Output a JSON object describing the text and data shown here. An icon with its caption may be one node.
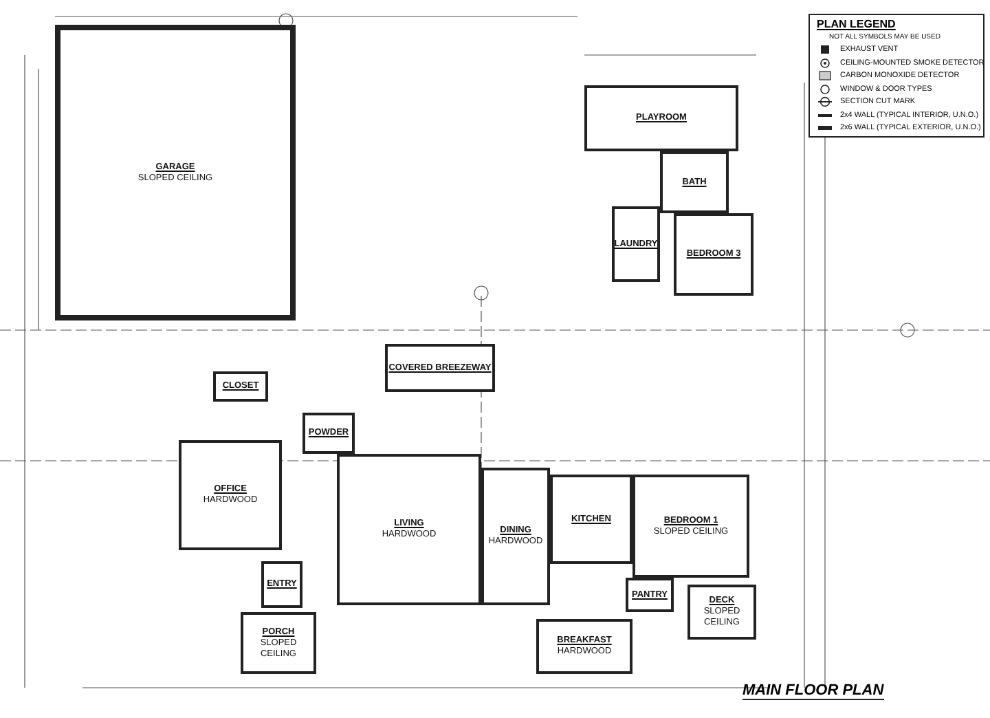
{
  "diagram": {
    "title": "MAIN FLOOR PLAN",
    "nodes": [
      {
        "text": [
          "GARAGE",
          "SLOPED CEILING"
        ]
      },
      {
        "text": [
          "PLAYROOM"
        ]
      },
      {
        "text": [
          "BATH"
        ]
      },
      {
        "text": [
          "LAUNDRY"
        ]
      },
      {
        "text": [
          "BEDROOM 3"
        ]
      },
      {
        "text": [
          "CLOSET"
        ]
      },
      {
        "text": [
          "POWDER"
        ]
      },
      {
        "text": [
          "COVERED BREEZEWAY"
        ]
      },
      {
        "text": [
          "OFFICE",
          "HARDWOOD"
        ]
      },
      {
        "text": [
          "LIVING",
          "HARDWOOD"
        ]
      },
      {
        "text": [
          "DINING",
          "HARDWOOD"
        ]
      },
      {
        "text": [
          "KITCHEN"
        ]
      },
      {
        "text": [
          "BEDROOM 1",
          "SLOPED CEILING"
        ]
      },
      {
        "text": [
          "ENTRY"
        ]
      },
      {
        "text": [
          "PANTRY"
        ]
      },
      {
        "text": [
          "PORCH",
          "SLOPED CEILING"
        ]
      },
      {
        "text": [
          "BREAKFAST",
          "HARDWOOD"
        ]
      },
      {
        "text": [
          "DECK",
          "SLOPED CEILING"
        ]
      }
    ],
    "labels": [
      "PLAN LEGEND",
      "NOT ALL SYMBOLS MAY BE USED"
    ],
    "legend": [
      {
        "text": "EXHAUST VENT"
      },
      {
        "text": "CEILING-MOUNTED SMOKE DETECTOR"
      },
      {
        "text": "CARBON MONOXIDE DETECTOR"
      },
      {
        "text": "WINDOW & DOOR TYPES"
      },
      {
        "text": "SECTION CUT MARK"
      },
      {
        "text": "2x4 WALL (TYPICAL INTERIOR, U.N.O.)"
      },
      {
        "text": "2x6 WALL (TYPICAL EXTERIOR, U.N.O.)"
      }
    ]
  }
}
